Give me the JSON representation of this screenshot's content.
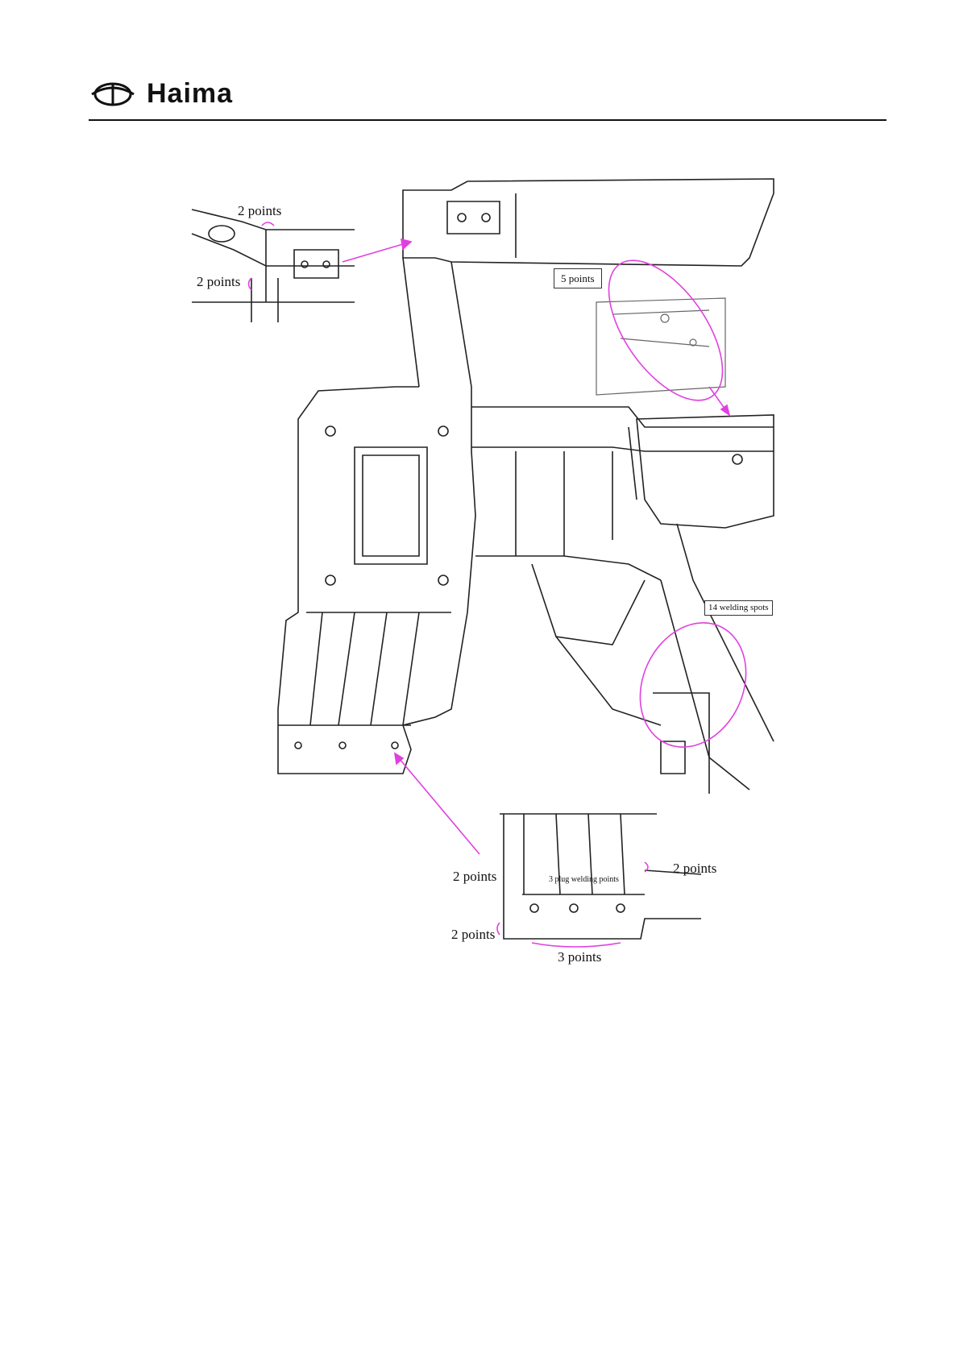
{
  "header": {
    "brand": "Haima",
    "logo_icon": "haima-wing-logo-icon"
  },
  "labels": {
    "top_left_upper": "2 points",
    "top_left_lower": "2 points",
    "top_right_box": "5 points",
    "right_box": "14 welding spots",
    "bottom_left_upper": "2 points",
    "bottom_right": "2 points",
    "bottom_plug": "3 plug welding points",
    "bottom_left_lower": "2 points",
    "bottom_center": "3 points"
  },
  "colors": {
    "annotation": "#e040e0",
    "line": "#222222",
    "rule": "#111111"
  }
}
